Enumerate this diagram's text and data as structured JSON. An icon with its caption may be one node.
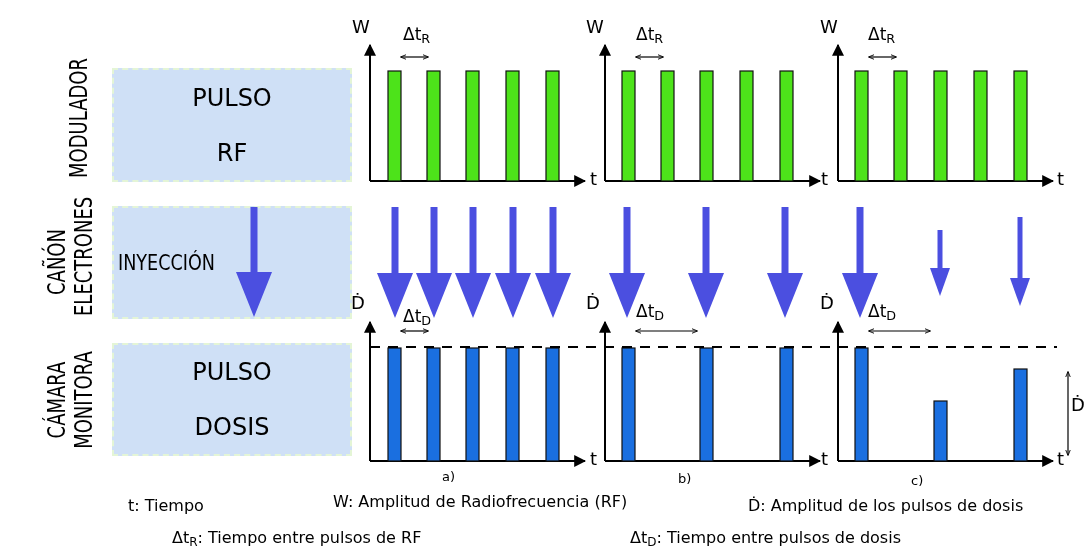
{
  "diagram": {
    "nodes": [
      {
        "text": [
          "PULSO",
          "RF"
        ],
        "beside": [
          "MODULADOR"
        ]
      },
      {
        "text": [
          "INYECCIÓN"
        ],
        "beside": [
          "CAÑÓN ELECTRONES"
        ]
      },
      {
        "text": [
          "PULSO",
          "DOSIS"
        ],
        "beside": [
          "CÁMARA MONITORA"
        ]
      }
    ],
    "labels": [
      "W",
      "Δt$_{R}$",
      "t",
      "W",
      "Δt$_{R}$",
      "t",
      "W",
      "Δt$_{R}$",
      "t",
      "Ḋ",
      "Δt$_{D}$",
      "t",
      "Ḋ",
      "Δt$_{D}$",
      "t",
      "Ḋ",
      "Δt$_{D}$",
      "t",
      "Ḋ",
      "a)",
      "b)",
      "c)",
      "t: Tiempo",
      "W: Amplitud de Radiofrecuencia (RF)",
      "Ḋ: Amplitud de los pulsos de dosis",
      "Δt$_{R}$: Tiempo entre pulsos de RF",
      "Δt$_{D}$: Tiempo entre pulsos de dosis"
    ]
  }
}
